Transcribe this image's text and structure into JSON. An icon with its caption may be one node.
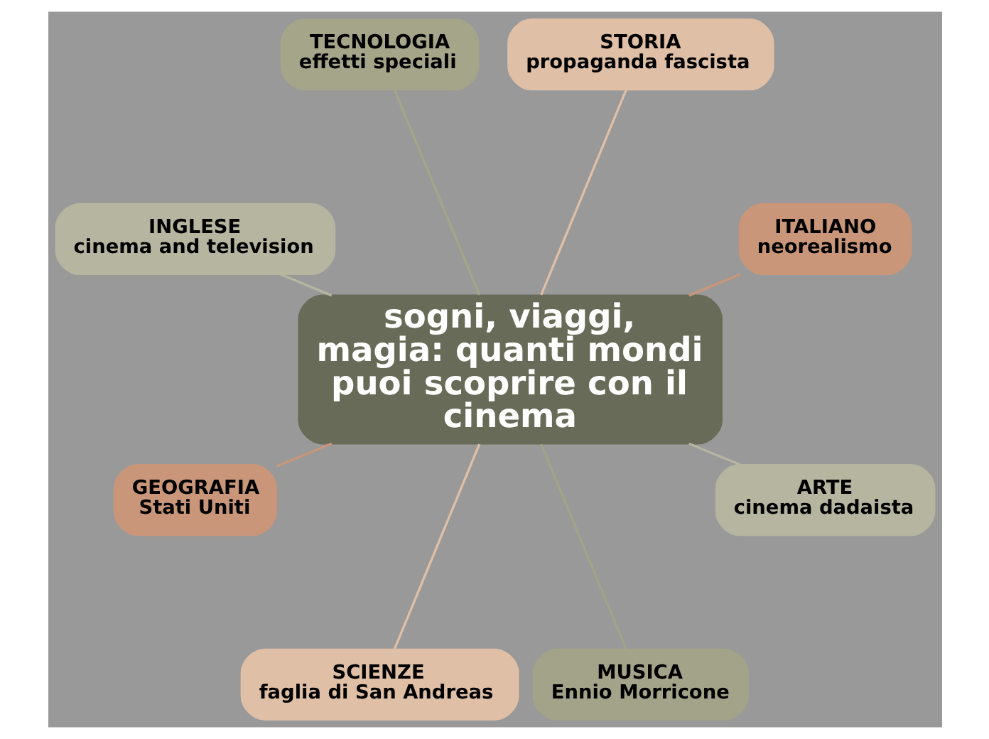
{
  "diagram": {
    "nodes": [
      {
        "text": [
          "sogni, viaggi, magia: quanti mondi puoi scoprire con il cinema"
        ]
      },
      {
        "text": [
          "STORIA",
          "propaganda fascista"
        ]
      },
      {
        "text": [
          "TECNOLOGIA",
          "effetti speciali"
        ]
      },
      {
        "text": [
          "INGLESE",
          "cinema and television"
        ]
      },
      {
        "text": [
          "ITALIANO",
          "neorealismo"
        ]
      },
      {
        "text": [
          "GEOGRAFIA",
          "Stati Uniti"
        ]
      },
      {
        "text": [
          "ARTE",
          "cinema dadaista"
        ]
      },
      {
        "text": [
          "SCIENZE",
          "faglia di San Andreas"
        ]
      },
      {
        "text": [
          "MUSICA",
          "Ennio Morricone"
        ]
      }
    ],
    "edges": [
      {
        "from": 0,
        "to": 1,
        "arrow": "none",
        "color": "#dfbfa6"
      },
      {
        "from": 0,
        "to": 2,
        "arrow": "none",
        "color": "#a5a58a"
      },
      {
        "from": 0,
        "to": 3,
        "arrow": "none",
        "color": "#b5b5a0"
      },
      {
        "from": 0,
        "to": 4,
        "arrow": "none",
        "color": "#c9967a"
      },
      {
        "from": 0,
        "to": 5,
        "arrow": "none",
        "color": "#c9967a"
      },
      {
        "from": 0,
        "to": 6,
        "arrow": "none",
        "color": "#b5b5a0"
      },
      {
        "from": 0,
        "to": 7,
        "arrow": "none",
        "color": "#dfbfa6"
      },
      {
        "from": 0,
        "to": 8,
        "arrow": "none",
        "color": "#a3a389"
      }
    ]
  }
}
